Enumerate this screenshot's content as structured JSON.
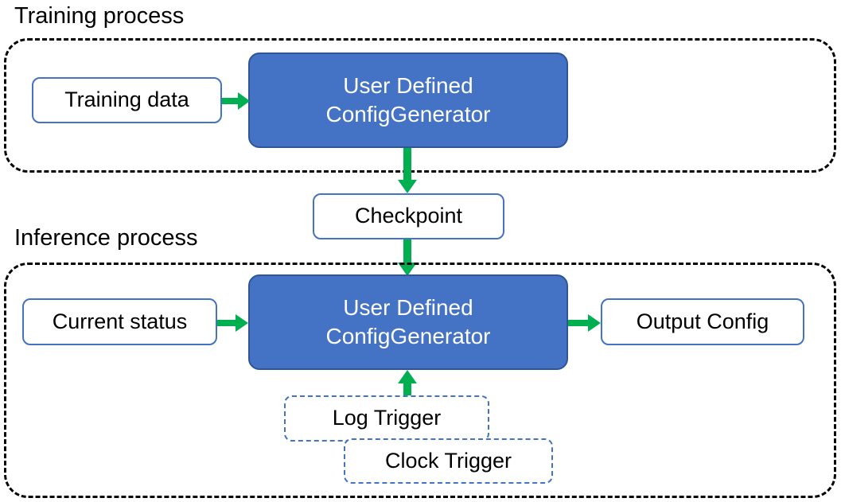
{
  "diagram": {
    "title_training": "Training process",
    "title_inference": "Inference process",
    "groups": [
      {
        "name": "training-process",
        "label": "Training process"
      },
      {
        "name": "inference-process",
        "label": "Inference process"
      }
    ],
    "nodes": {
      "training_data": "Training data",
      "training_generator_line1": "User Defined",
      "training_generator_line2": "ConfigGenerator",
      "checkpoint": "Checkpoint",
      "current_status": "Current status",
      "inference_generator_line1": "User Defined",
      "inference_generator_line2": "ConfigGenerator",
      "output_config": "Output Config",
      "log_trigger": "Log Trigger",
      "clock_trigger": "Clock Trigger"
    },
    "edges": [
      {
        "name": "training-data-to-generator",
        "from": "Training data",
        "to": "User Defined ConfigGenerator",
        "direction": "right"
      },
      {
        "name": "generator-to-checkpoint",
        "from": "User Defined ConfigGenerator",
        "to": "Checkpoint",
        "direction": "down"
      },
      {
        "name": "checkpoint-to-generator",
        "from": "Checkpoint",
        "to": "User Defined ConfigGenerator",
        "direction": "down"
      },
      {
        "name": "current-status-to-generator",
        "from": "Current status",
        "to": "User Defined ConfigGenerator",
        "direction": "right"
      },
      {
        "name": "generator-to-output-config",
        "from": "User Defined ConfigGenerator",
        "to": "Output Config",
        "direction": "right"
      },
      {
        "name": "trigger-to-generator",
        "from": "Log Trigger / Clock Trigger",
        "to": "User Defined ConfigGenerator",
        "direction": "up"
      }
    ],
    "colors": {
      "process_fill": "#4472C4",
      "process_border": "#2F5597",
      "box_border": "#4472C4",
      "arrow": "#00B050",
      "group_border": "#000000",
      "text_dark": "#000000",
      "text_light": "#FFFFFF",
      "background": "#FFFFFF"
    }
  }
}
